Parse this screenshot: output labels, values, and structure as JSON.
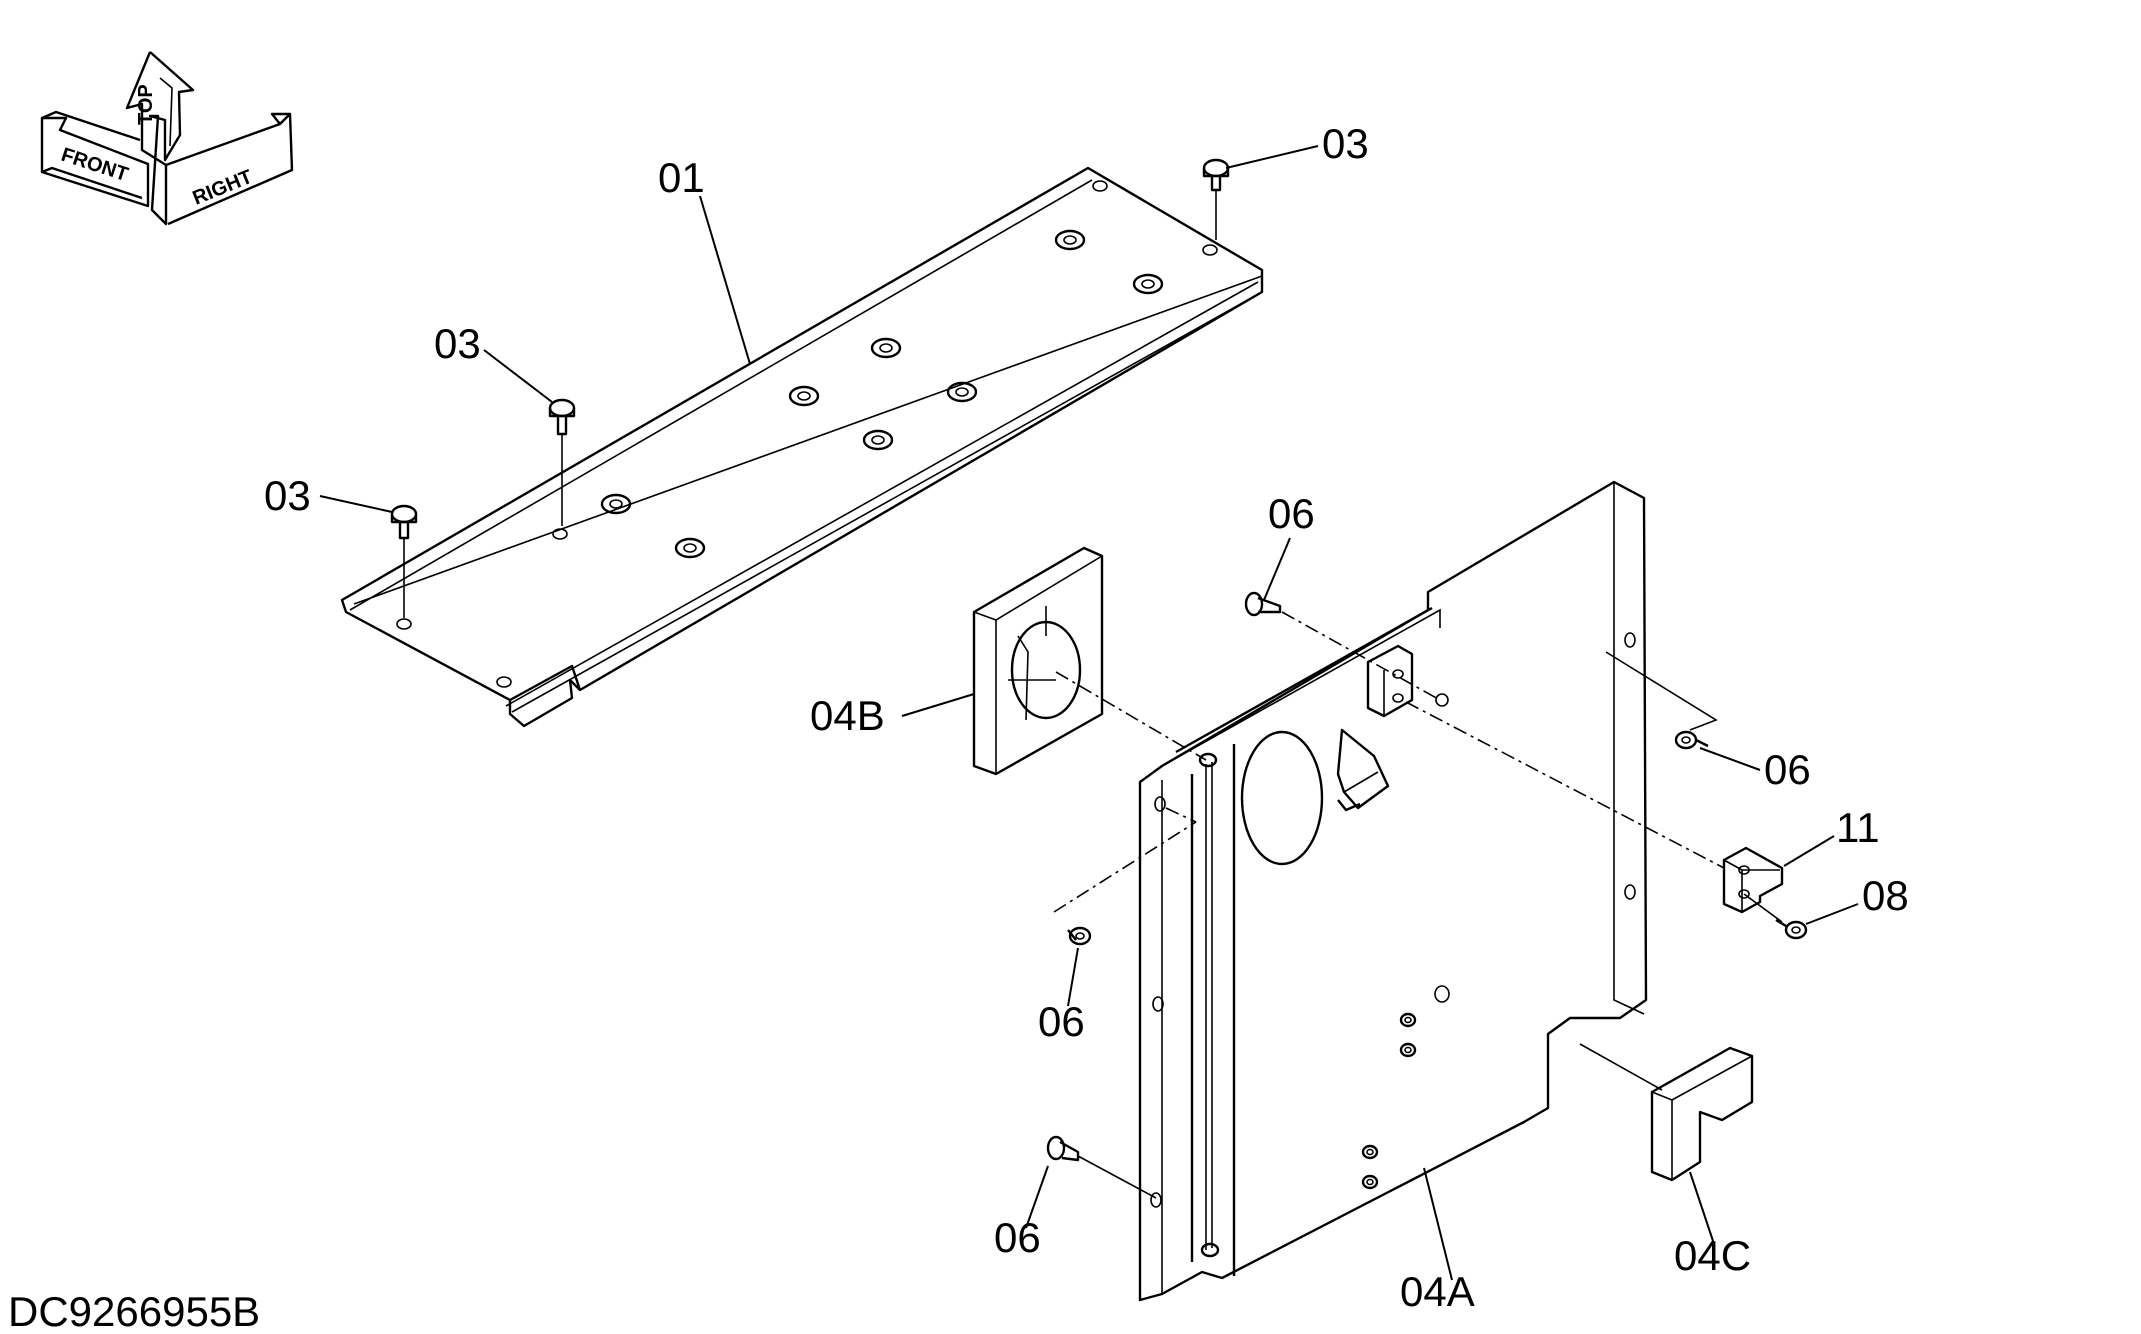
{
  "drawing_code": "DC9266955B",
  "orientation": {
    "top": "TOP",
    "front": "FRONT",
    "right": "RIGHT"
  },
  "callouts": [
    {
      "id": "c01",
      "text": "01"
    },
    {
      "id": "c03a",
      "text": "03"
    },
    {
      "id": "c03b",
      "text": "03"
    },
    {
      "id": "c03c",
      "text": "03"
    },
    {
      "id": "c04A",
      "text": "04A"
    },
    {
      "id": "c04B",
      "text": "04B"
    },
    {
      "id": "c04C",
      "text": "04C"
    },
    {
      "id": "c06a",
      "text": "06"
    },
    {
      "id": "c06b",
      "text": "06"
    },
    {
      "id": "c06c",
      "text": "06"
    },
    {
      "id": "c06d",
      "text": "06"
    },
    {
      "id": "c08",
      "text": "08"
    },
    {
      "id": "c11",
      "text": "11"
    }
  ]
}
